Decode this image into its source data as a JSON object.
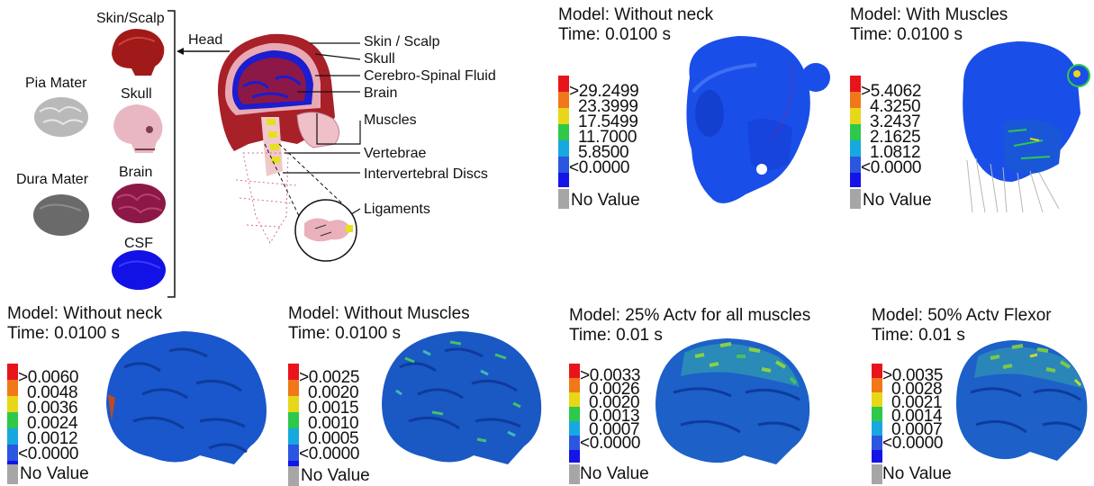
{
  "legend_colors": [
    "#e8141c",
    "#f07818",
    "#e6d818",
    "#2ec84a",
    "#18a8e0",
    "#2a56e0",
    "#1414e8"
  ],
  "no_value_color": "#a6a6a6",
  "anatomy": {
    "head_label": "Head",
    "parts_left": [
      "Pia Mater",
      "Dura Mater"
    ],
    "parts_right": [
      "Skin/Scalp",
      "Skull",
      "Brain",
      "CSF"
    ],
    "annotations": [
      "Skin / Scalp",
      "Skull",
      "Cerebro-Spinal Fluid",
      "Brain",
      "Muscles",
      "Vertebrae",
      "Intervertebral Discs",
      "Ligaments"
    ]
  },
  "panels": [
    {
      "title": "Model: Without neck",
      "time": "Time: 0.0100 s",
      "legend": [
        ">29.2499",
        "23.3999",
        "17.5499",
        "11.7000",
        "5.8500",
        "<0.0000"
      ],
      "no_value": "No Value"
    },
    {
      "title": "Model: With Muscles",
      "time": "Time: 0.0100 s",
      "legend": [
        ">5.4062",
        "4.3250",
        "3.2437",
        "2.1625",
        "1.0812",
        "<0.0000"
      ],
      "no_value": "No Value"
    },
    {
      "title": "Model: Without neck",
      "time": "Time: 0.0100 s",
      "legend": [
        ">0.0060",
        "0.0048",
        "0.0036",
        "0.0024",
        "0.0012",
        "<0.0000"
      ],
      "no_value": "No Value"
    },
    {
      "title": "Model: Without Muscles",
      "time": "Time: 0.0100 s",
      "legend": [
        ">0.0025",
        "0.0020",
        "0.0015",
        "0.0010",
        "0.0005",
        "<0.0000"
      ],
      "no_value": "No Value"
    },
    {
      "title": "Model: 25% Actv for all muscles",
      "time": "Time: 0.01 s",
      "legend": [
        ">0.0033",
        "0.0026",
        "0.0020",
        "0.0013",
        "0.0007",
        "<0.0000"
      ],
      "no_value": "No Value"
    },
    {
      "title": "Model: 50% Actv Flexor",
      "time": "Time: 0.01 s",
      "legend": [
        ">0.0035",
        "0.0028",
        "0.0021",
        "0.0014",
        "0.0007",
        "<0.0000"
      ],
      "no_value": "No Value"
    }
  ]
}
